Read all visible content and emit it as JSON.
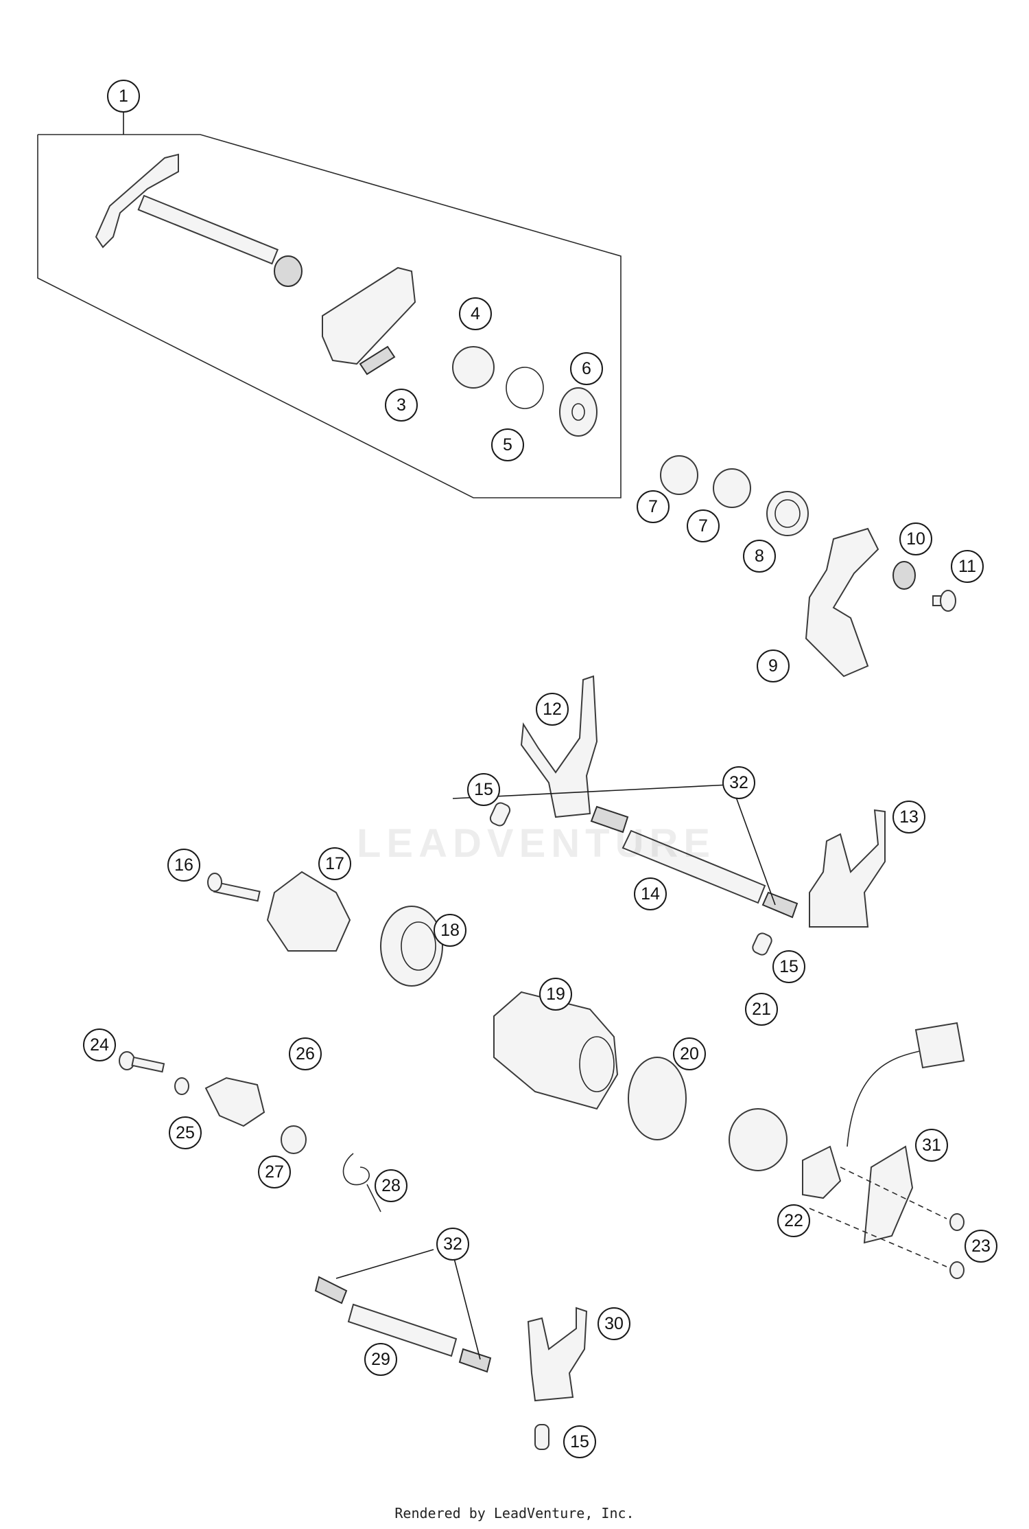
{
  "diagram": {
    "callouts": [
      "1",
      "3",
      "4",
      "5",
      "6",
      "7",
      "7",
      "8",
      "9",
      "10",
      "11",
      "12",
      "32",
      "15",
      "13",
      "16",
      "17",
      "14",
      "18",
      "15",
      "19",
      "24",
      "26",
      "20",
      "21",
      "25",
      "27",
      "28",
      "31",
      "22",
      "23",
      "32",
      "30",
      "29",
      "15"
    ]
  },
  "watermark": {
    "text": "LEADVENTURE"
  },
  "footer": {
    "text": "Rendered by LeadVenture, Inc."
  }
}
